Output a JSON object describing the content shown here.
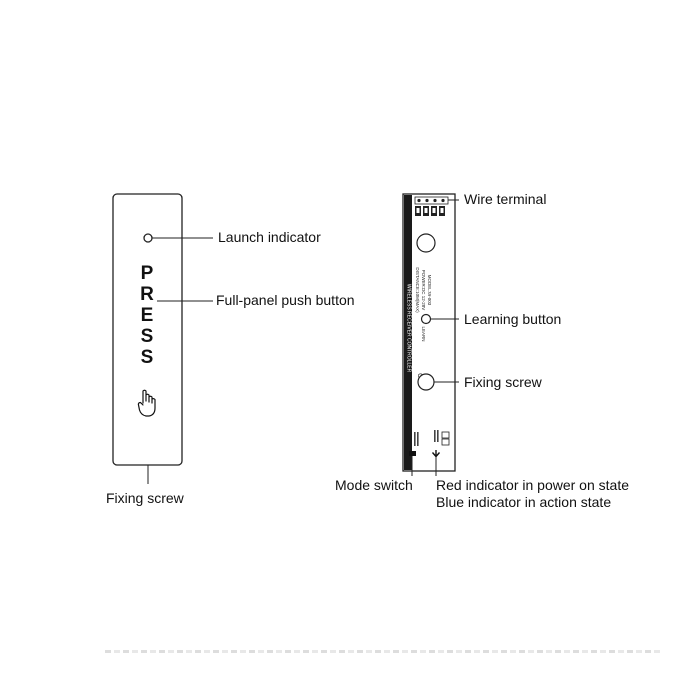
{
  "left_device": {
    "press_letters": [
      "P",
      "R",
      "E",
      "S",
      "S"
    ],
    "labels": {
      "launch_indicator": "Launch indicator",
      "push_button": "Full-panel push button",
      "fixing_screw": "Fixing screw"
    }
  },
  "right_device": {
    "vertical_text": "WIRELESS RECEIVER CONTROLLER",
    "ce_mark": "CE",
    "model_lines": [
      "MODEL:W-003",
      "POWER:DC 12-28V",
      "DISTANCE:10M(MAX)"
    ],
    "learn_text": "LEARN",
    "labels": {
      "wire_terminal": "Wire terminal",
      "learning_button": "Learning button",
      "fixing_screw": "Fixing screw",
      "mode_switch": "Mode switch",
      "indicator_line1": "Red indicator in power on state",
      "indicator_line2": "Blue indicator in action state"
    }
  }
}
